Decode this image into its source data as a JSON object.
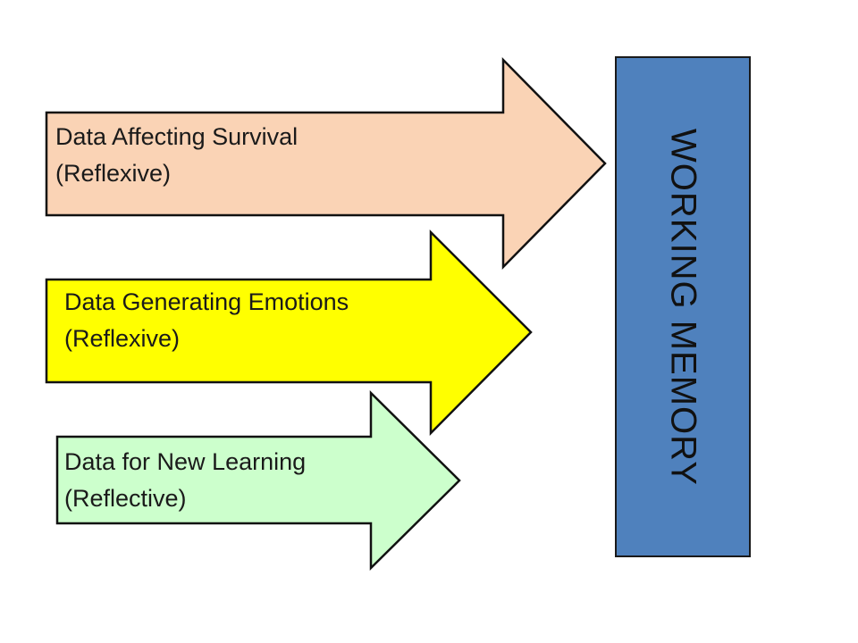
{
  "arrows": [
    {
      "line1": "Data  Affecting Survival",
      "line2": "(Reflexive)",
      "fill": "#fad3b5"
    },
    {
      "line1": "Data Generating Emotions",
      "line2": "(Reflexive)",
      "fill": "#ffff00"
    },
    {
      "line1": "Data for New Learning",
      "line2": "(Reflective)",
      "fill": "#ccffcc"
    }
  ],
  "memory": {
    "label": "WORKING MEMORY",
    "fill": "#4f81bd"
  }
}
